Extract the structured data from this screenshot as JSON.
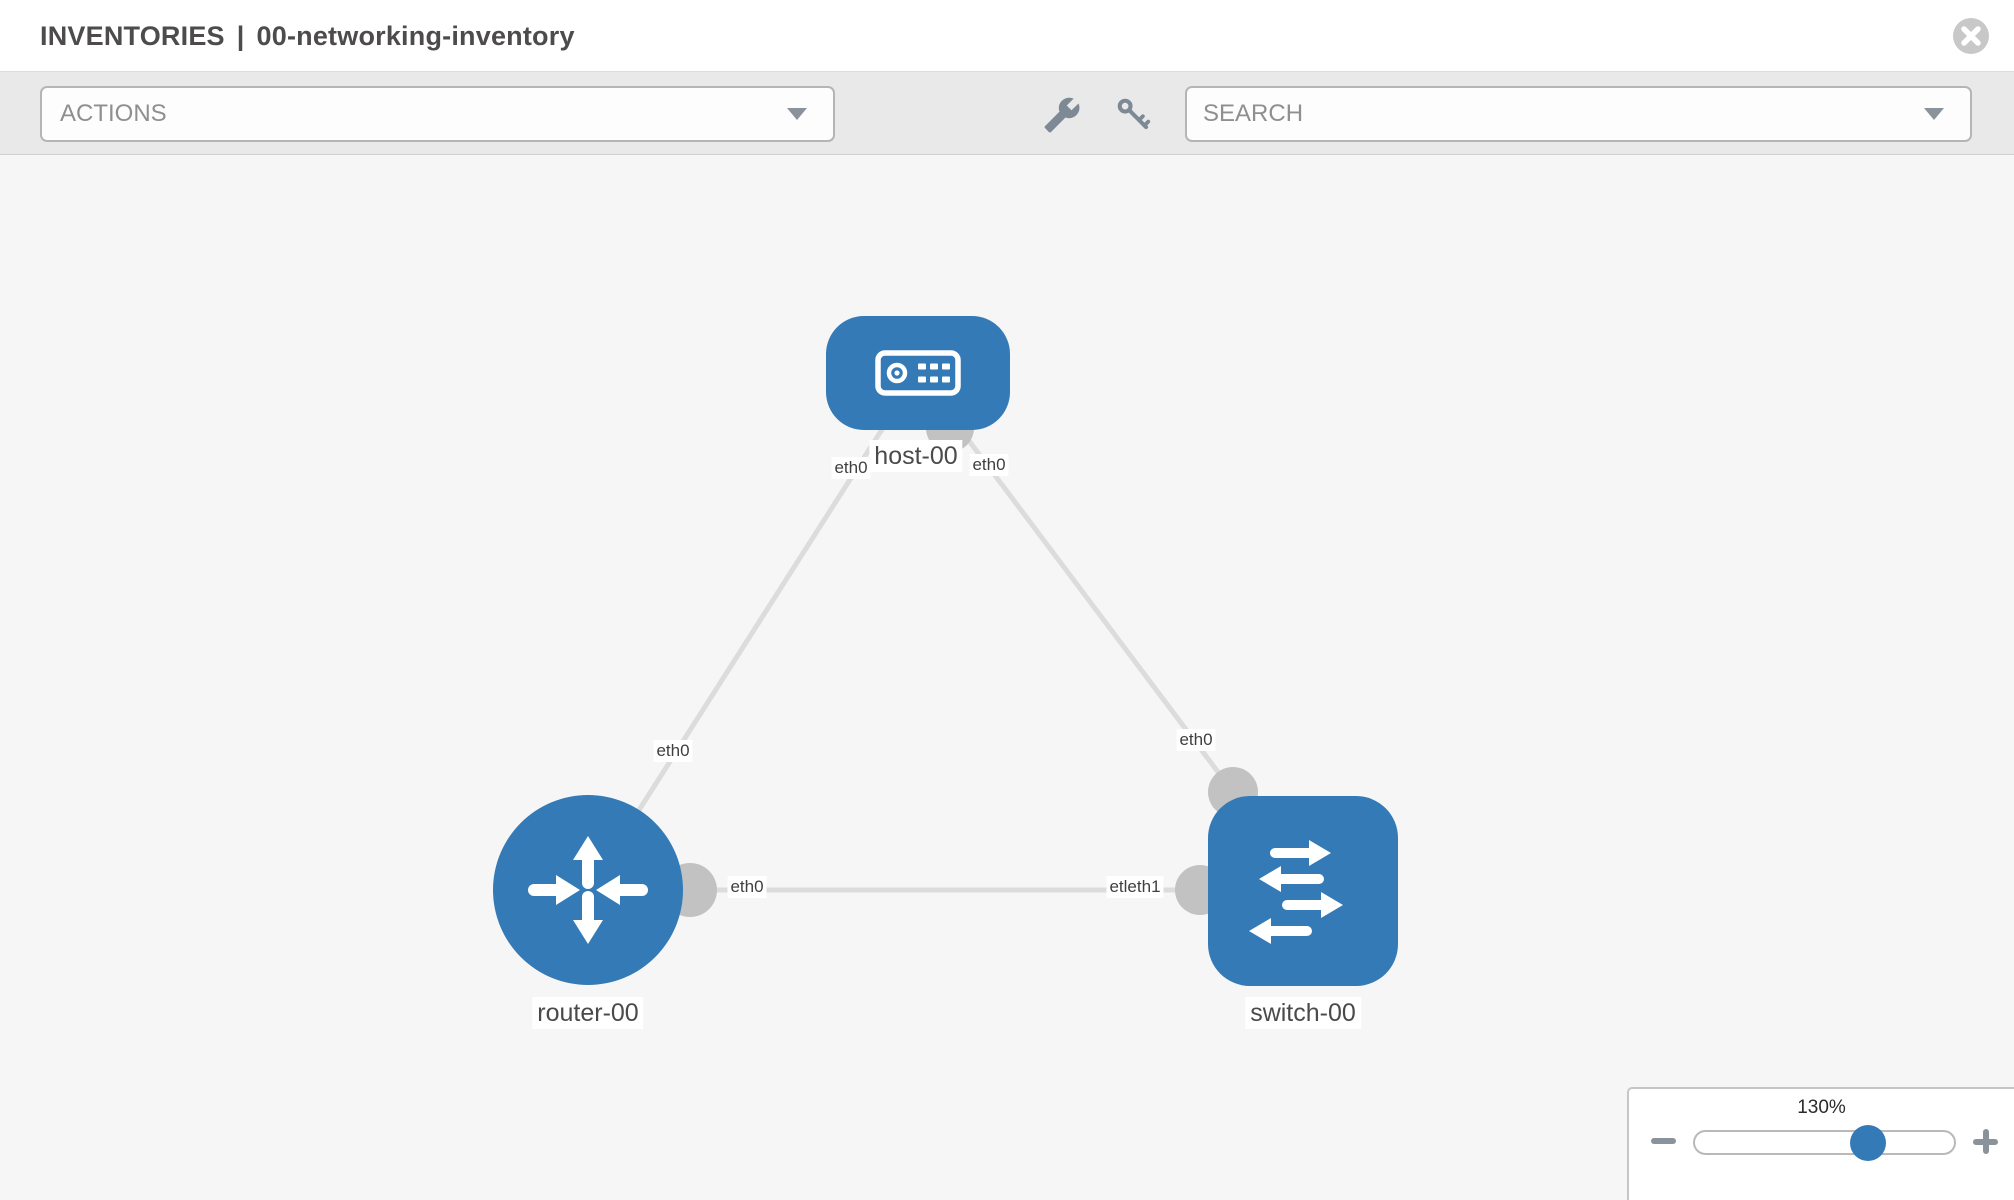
{
  "window": {
    "title_prefix": "INVENTORIES",
    "title_separator": "|",
    "inventory_name": "00-networking-inventory"
  },
  "toolbar": {
    "actions_dropdown_label": "ACTIONS",
    "search_placeholder": "SEARCH"
  },
  "topology": {
    "nodes": [
      {
        "name": "host-00",
        "type": "host"
      },
      {
        "name": "router-00",
        "type": "router"
      },
      {
        "name": "switch-00",
        "type": "switch"
      }
    ],
    "links": [
      {
        "from": "host-00",
        "to": "router-00",
        "from_interface": "eth0",
        "to_interface": "eth0"
      },
      {
        "from": "host-00",
        "to": "switch-00",
        "from_interface": "eth0",
        "to_interface": "eth0"
      },
      {
        "from": "router-00",
        "to": "switch-00",
        "from_interface": "eth0",
        "to_interface": "etleth1"
      }
    ],
    "node_labels": {
      "host": "host-00",
      "router": "router-00",
      "switch": "switch-00"
    },
    "interface_labels": {
      "host_left": "eth0",
      "host_right": "eth0",
      "router_top": "eth0",
      "router_right": "eth0",
      "switch_top": "eth0",
      "switch_left": "etleth1"
    }
  },
  "zoom_control": {
    "zoom_level": "130%"
  },
  "colors": {
    "node_blue": "#337ab7",
    "link_gray": "#dcdcdc",
    "interface_circle_gray": "#c2c2c2",
    "canvas_background": "#f6f6f6",
    "toolbar_background": "#e9e9e9"
  }
}
